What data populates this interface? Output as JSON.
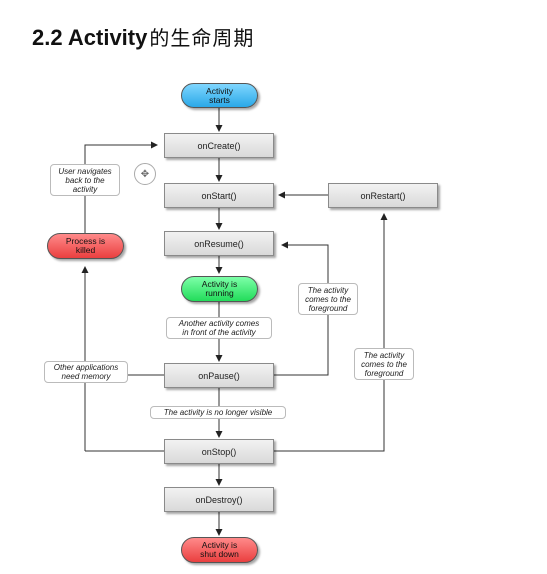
{
  "heading": {
    "number_title": "2.2 Activity",
    "suffix": "的生命周期"
  },
  "diagram": {
    "start": "Activity\nstarts",
    "onCreate": "onCreate()",
    "onStart": "onStart()",
    "onRestart": "onRestart()",
    "onResume": "onResume()",
    "running": "Activity is\nrunning",
    "onPause": "onPause()",
    "onStop": "onStop()",
    "onDestroy": "onDestroy()",
    "shutdown": "Activity is\nshut down",
    "killed": "Process is\nkilled",
    "user_navigates": "User navigates\nback to the\nactivity",
    "foreground_1": "The activity\ncomes to the\nforeground",
    "foreground_2": "The activity\ncomes to the\nforeground",
    "another_activity": "Another activity comes\nin front of the activity",
    "other_apps": "Other applications\nneed memory",
    "no_longer_visible": "The activity is no longer visible"
  },
  "colors": {
    "start": "#2aa8e8",
    "running": "#22dc5a",
    "terminal": "#ea3f3f",
    "box": "#e2e2e2"
  },
  "icons": {
    "move_handle": "move-icon"
  }
}
